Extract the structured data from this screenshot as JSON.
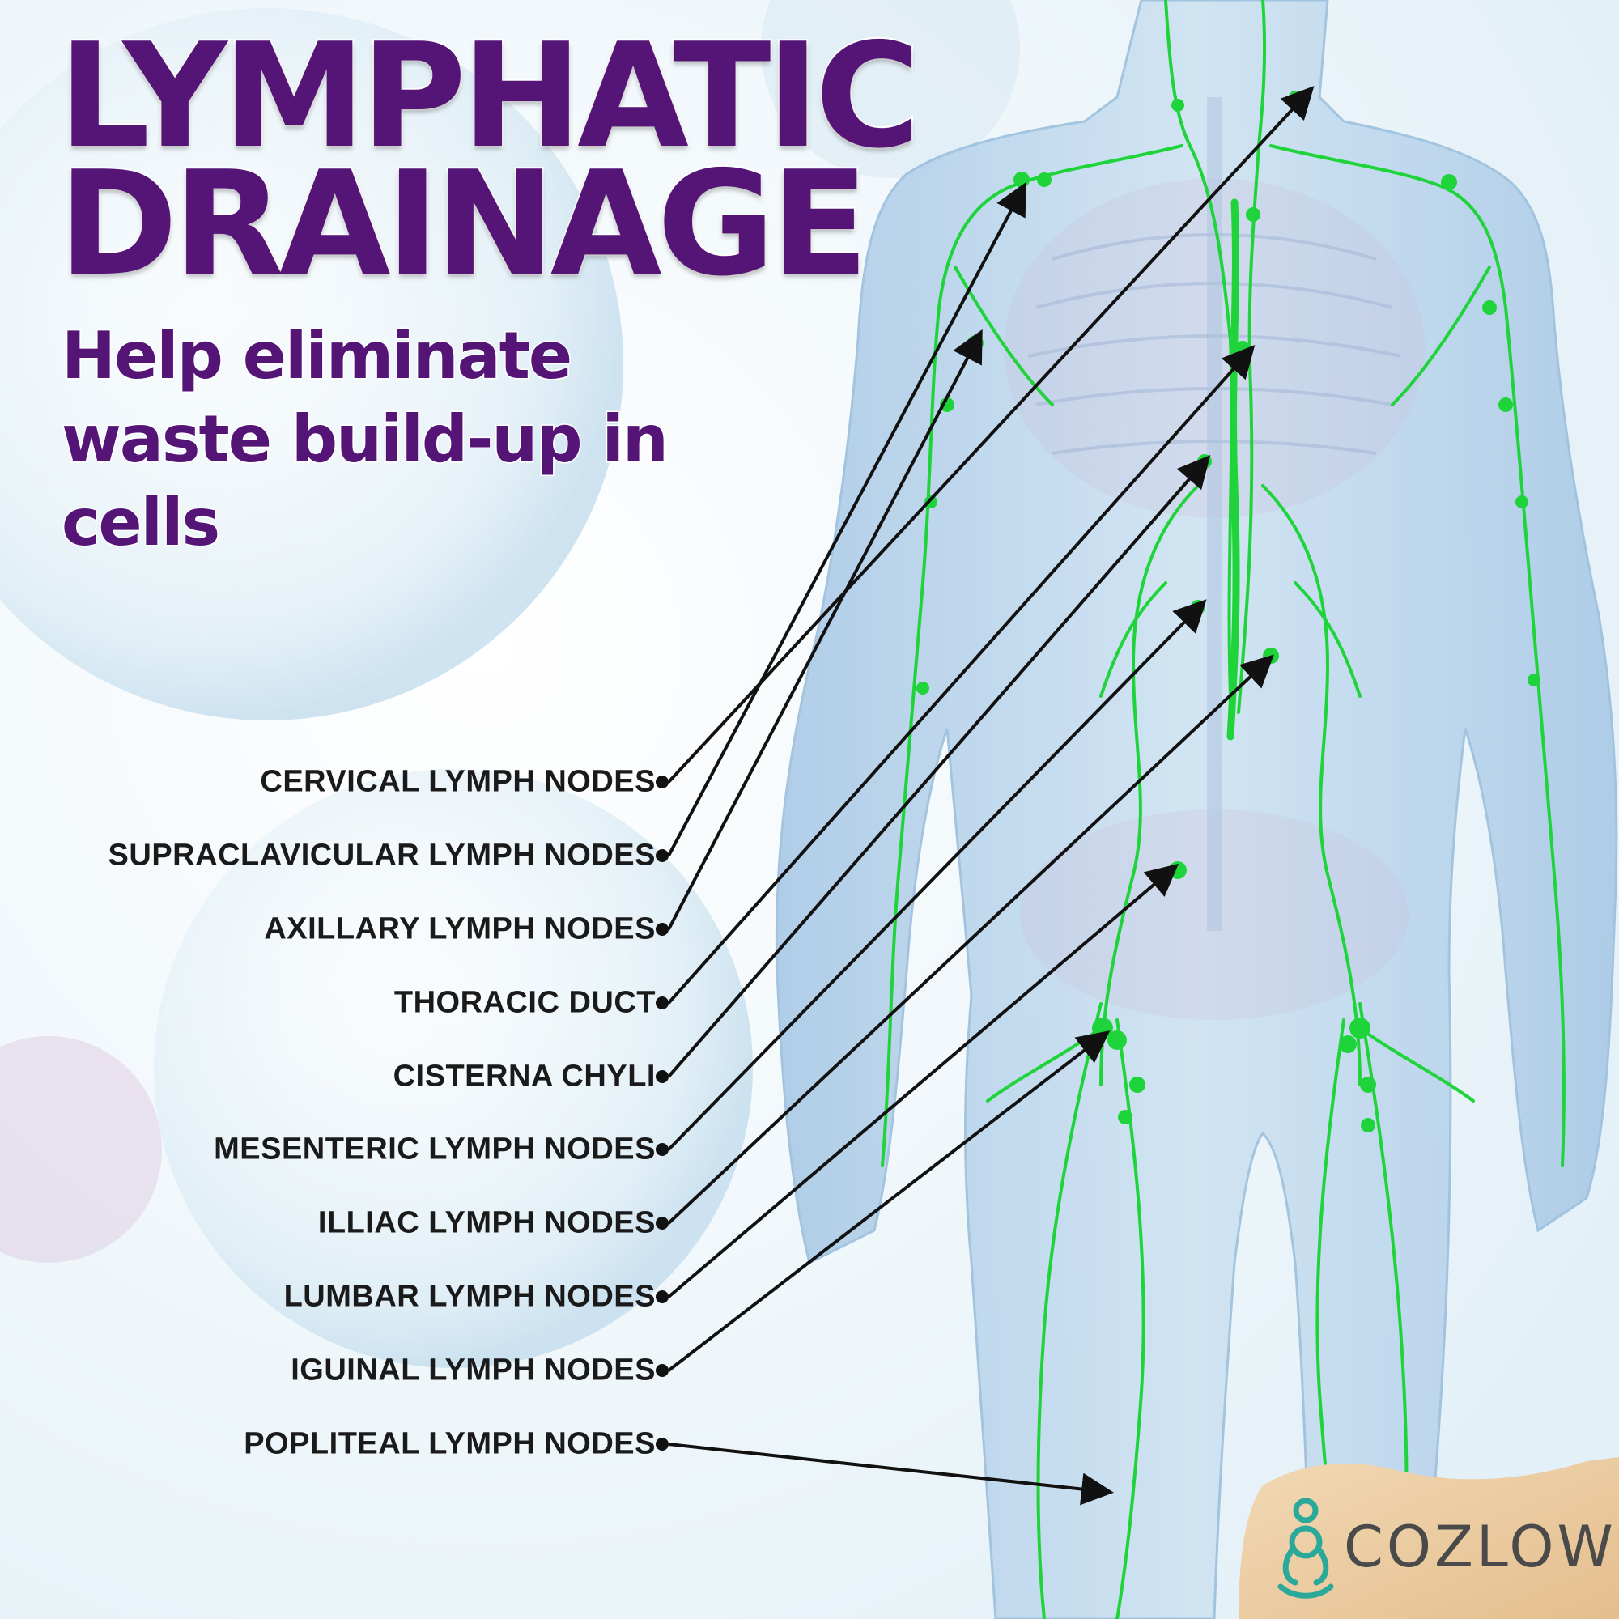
{
  "header": {
    "title_line1": "LYMPHATIC",
    "title_line2": "DRAINAGE",
    "subtitle": "Help eliminate waste build-up in cells"
  },
  "labels": [
    {
      "text": "CERVICAL LYMPH NODES"
    },
    {
      "text": "SUPRACLAVICULAR LYMPH NODES"
    },
    {
      "text": "AXILLARY LYMPH NODES"
    },
    {
      "text": "THORACIC DUCT"
    },
    {
      "text": "CISTERNA CHYLI"
    },
    {
      "text": "MESENTERIC LYMPH NODES"
    },
    {
      "text": "ILLIAC LYMPH NODES"
    },
    {
      "text": "LUMBAR LYMPH NODES"
    },
    {
      "text": "IGUINAL LYMPH NODES"
    },
    {
      "text": "POPLITEAL LYMPH NODES"
    }
  ],
  "brand": {
    "name": "COZLOW",
    "logo_icon": "meditation-figure-icon"
  },
  "colors": {
    "title": "#541577",
    "lymph": "#1fd43a",
    "body": "#b7d4ec",
    "leader": "#111111"
  }
}
